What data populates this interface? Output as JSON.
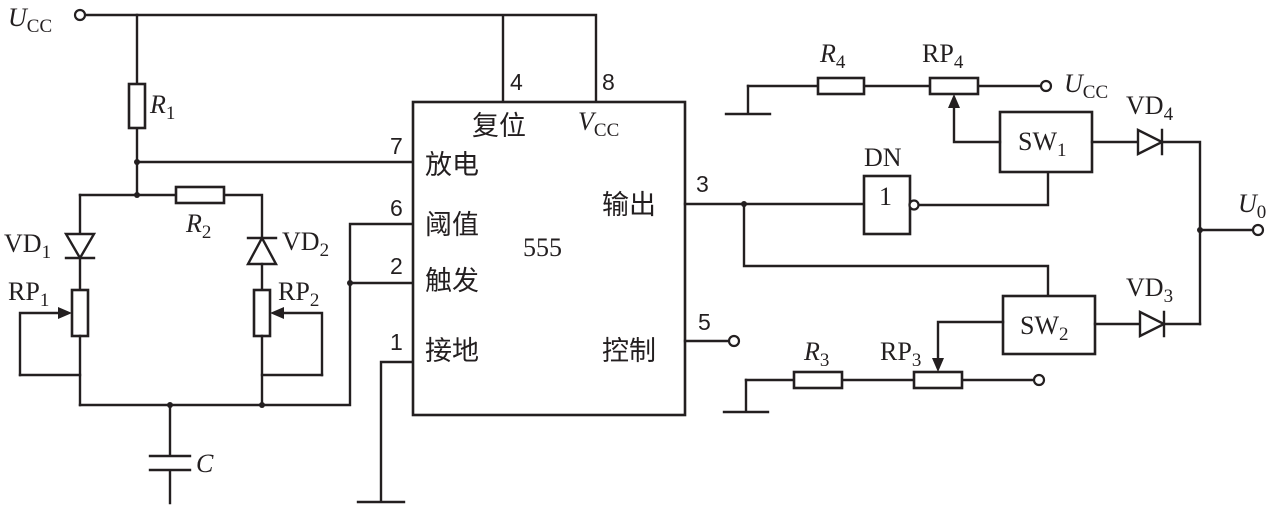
{
  "labels": {
    "ucc_main": "U",
    "ucc_main_sub": "CC",
    "r1": "R",
    "r1_sub": "1",
    "r2": "R",
    "r2_sub": "2",
    "vd1": "VD",
    "vd1_sub": "1",
    "vd2": "VD",
    "vd2_sub": "2",
    "rp1": "RP",
    "rp1_sub": "1",
    "rp2": "RP",
    "rp2_sub": "2",
    "cap": "C",
    "r4": "R",
    "r4_sub": "4",
    "rp4": "RP",
    "rp4_sub": "4",
    "ucc_right": "U",
    "ucc_right_sub": "CC",
    "vd4": "VD",
    "vd4_sub": "4",
    "sw1": "SW",
    "sw1_sub": "1",
    "dn": "DN",
    "dn_one": "1",
    "u0": "U",
    "u0_sub": "0",
    "vd3": "VD",
    "vd3_sub": "3",
    "sw2": "SW",
    "sw2_sub": "2",
    "r3": "R",
    "r3_sub": "3",
    "rp3": "RP",
    "rp3_sub": "3"
  },
  "chip": {
    "name": "555",
    "reset": "复位",
    "vcc": "V",
    "vcc_sub": "CC",
    "discharge": "放电",
    "threshold": "阈值",
    "trigger": "触发",
    "ground": "接地",
    "output": "输出",
    "control": "控制"
  },
  "pins": {
    "p4": "4",
    "p8": "8",
    "p7": "7",
    "p6": "6",
    "p2": "2",
    "p1": "1",
    "p3": "3",
    "p5": "5"
  }
}
